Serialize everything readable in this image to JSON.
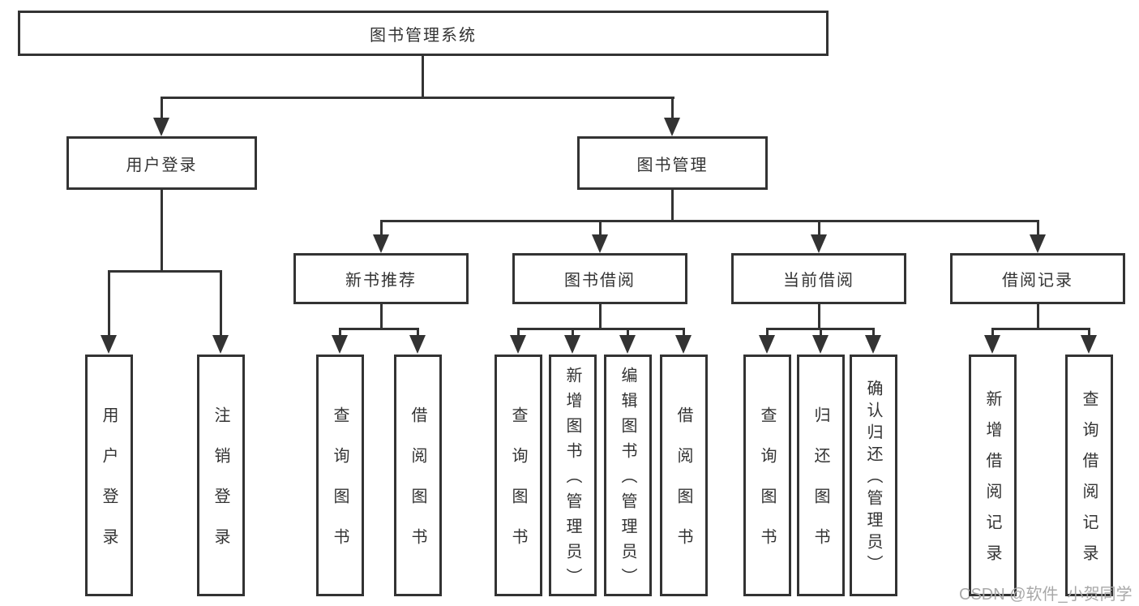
{
  "root": {
    "label": "图书管理系统"
  },
  "level2": [
    "用户登录",
    "图书管理"
  ],
  "level3": [
    "新书推荐",
    "图书借阅",
    "当前借阅",
    "借阅记录"
  ],
  "leaves": {
    "login": [
      "用户登录",
      "注销登录"
    ],
    "recommend": [
      "查询图书",
      "借阅图书"
    ],
    "borrow": [
      "查询图书",
      "新增图书（管理员）",
      "编辑图书（管理员）",
      "借阅图书"
    ],
    "current": [
      "查询图书",
      "归还图书",
      "确认归还（管理员）"
    ],
    "records": [
      "新增借阅记录",
      "查询借阅记录"
    ]
  },
  "watermark": "CSDN @软件_小贺同学",
  "colors": {
    "line": "#333333",
    "text": "#333333",
    "watermark": "#a8a8a8",
    "background": "#ffffff"
  }
}
